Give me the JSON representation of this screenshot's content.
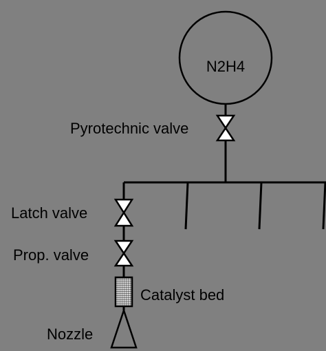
{
  "tank": {
    "label": "N2H4"
  },
  "components": {
    "pyrotechnic_valve": "Pyrotechnic valve",
    "latch_valve": "Latch valve",
    "prop_valve": "Prop. valve",
    "catalyst_bed": "Catalyst bed",
    "nozzle": "Nozzle"
  },
  "colors": {
    "background": "#808080",
    "valve_fill": "#ffffff",
    "stroke": "#000000",
    "catalyst_grid": "#d8d8d8"
  }
}
